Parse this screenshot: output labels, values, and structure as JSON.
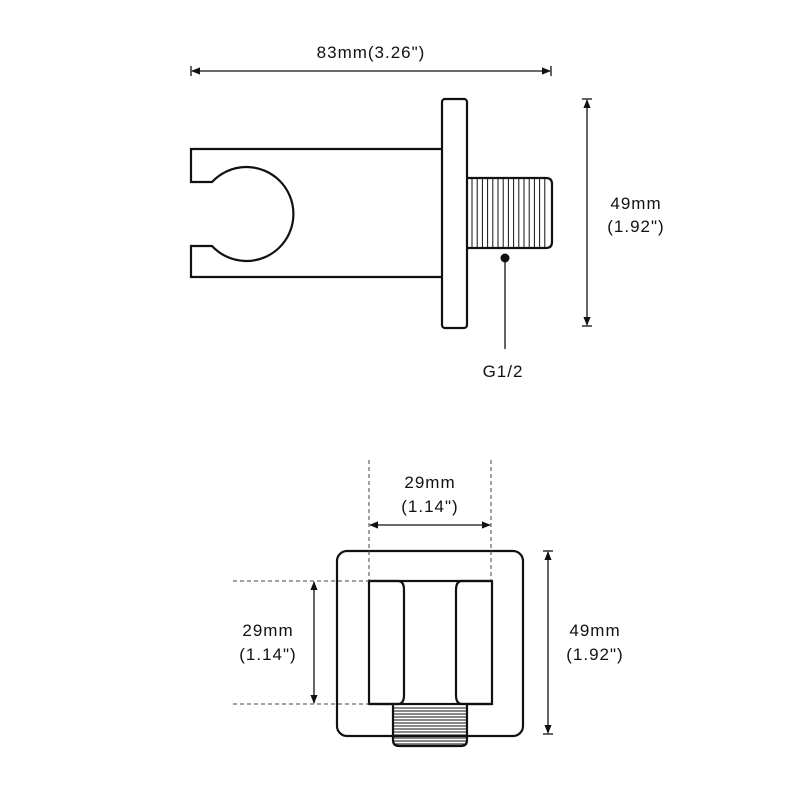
{
  "side_view": {
    "length_label": "83mm(3.26\")",
    "height_mm": "49mm",
    "height_in": "(1.92\")",
    "thread_label": "G1/2"
  },
  "front_view": {
    "width_mm": "29mm",
    "width_in": "(1.14\")",
    "inner_height_mm": "29mm",
    "inner_height_in": "(1.14\")",
    "height_mm": "49mm",
    "height_in": "(1.92\")"
  },
  "colors": {
    "line": "#111111",
    "background": "#ffffff"
  }
}
